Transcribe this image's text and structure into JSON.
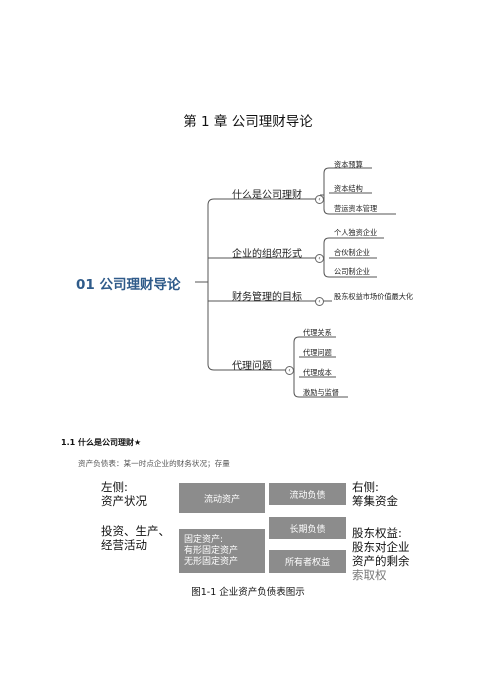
{
  "chapter_title": "第 1 章  公司理财导论",
  "mindmap": {
    "root": "01 公司理财导论",
    "branches": [
      {
        "label": "什么是公司理财",
        "leaves": [
          "资本预算",
          "资本结构",
          "营运资本管理"
        ]
      },
      {
        "label": "企业的组织形式",
        "leaves": [
          "个人独资企业",
          "合伙制企业",
          "公司制企业"
        ]
      },
      {
        "label": "财务管理的目标",
        "leaves": [
          "股东权益市场价值最大化"
        ]
      },
      {
        "label": "代理问题",
        "leaves": [
          "代理关系",
          "代理问题",
          "代理成本",
          "激励与监督"
        ]
      }
    ]
  },
  "section": {
    "heading": "1.1  什么是公司理财★",
    "note": "资产负债表：某一时点企业的财务状况；存量"
  },
  "balance_sheet": {
    "left_top": [
      "左侧:",
      "资产状况"
    ],
    "left_bottom": [
      "投资、生产、",
      "经营活动"
    ],
    "right_top": [
      "右侧:",
      "筹集资金"
    ],
    "right_bottom": [
      "股东权益:",
      "股东对企业",
      "资产的剩余",
      "索取权"
    ],
    "current_assets": "流动资产",
    "fixed_assets": [
      "固定资产:",
      "有形固定资产",
      "无形固定资产"
    ],
    "current_liabilities": "流动负债",
    "long_term_liabilities": "长期负债",
    "equity": "所有者权益",
    "caption": "图1-1 企业资产负债表图示"
  }
}
